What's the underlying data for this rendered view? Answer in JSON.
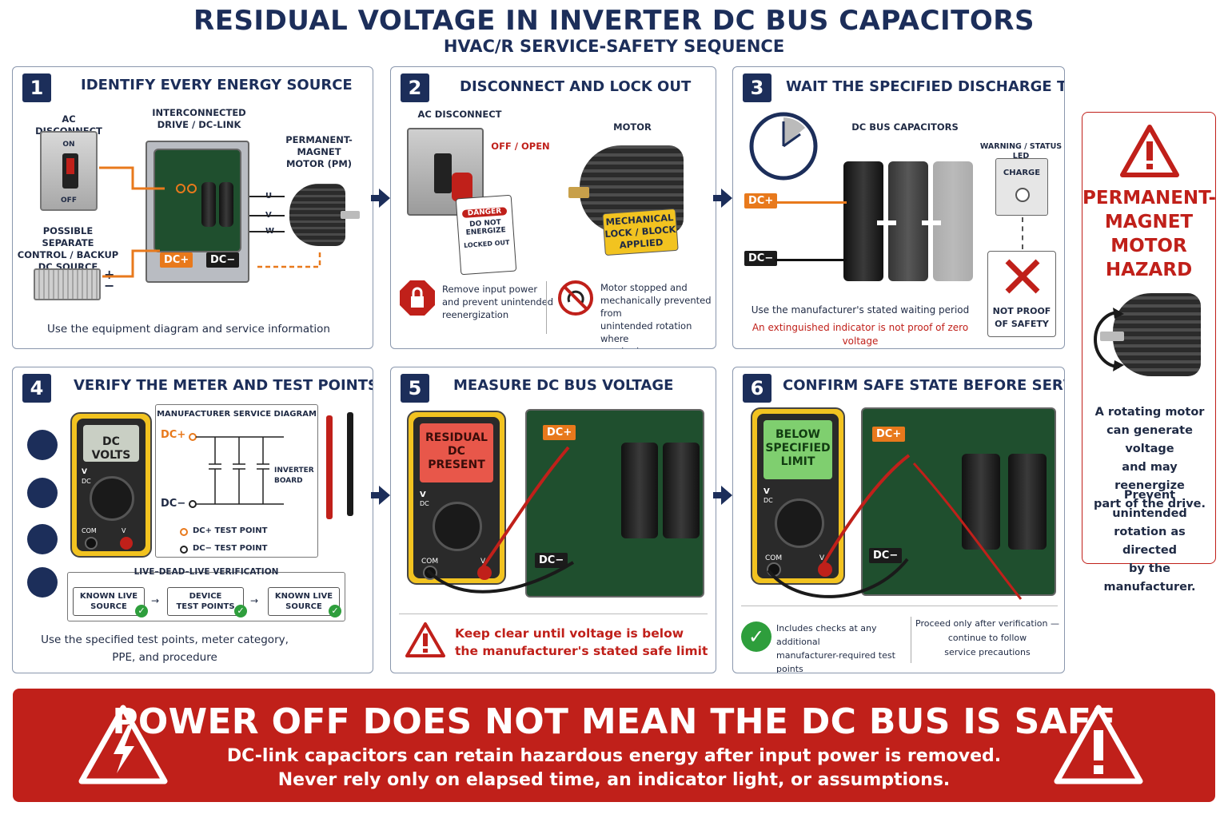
{
  "title": "RESIDUAL VOLTAGE IN INVERTER DC BUS CAPACITORS",
  "subtitle": "HVAC/R SERVICE-SAFETY SEQUENCE",
  "colors": {
    "navy": "#1c2e5a",
    "red": "#c0201a",
    "orange": "#e8791c",
    "green": "#2e9e3c",
    "yellow": "#f2c320"
  },
  "step1": {
    "num": "1",
    "title": "IDENTIFY EVERY ENERGY SOURCE",
    "ac_disconnect": "AC DISCONNECT",
    "on": "ON",
    "off": "OFF",
    "drive_l1": "INTERCONNECTED",
    "drive_l2": "DRIVE / DC-LINK",
    "motor_l1": "PERMANENT-MAGNET",
    "motor_l2": "MOTOR (PM)",
    "u": "U",
    "v": "V",
    "w": "W",
    "backup_l1": "POSSIBLE SEPARATE",
    "backup_l2": "CONTROL / BACKUP",
    "backup_l3": "DC SOURCE",
    "plus": "+",
    "minus": "−",
    "dcp": "DC+",
    "dcn": "DC−",
    "caption": "Use the equipment diagram and service information"
  },
  "step2": {
    "num": "2",
    "title": "DISCONNECT AND LOCK OUT",
    "ac_disconnect": "AC DISCONNECT",
    "off_open": "OFF / OPEN",
    "danger": "DANGER",
    "tag_l1": "DO NOT",
    "tag_l2": "ENERGIZE",
    "tag_l3": "LOCKED OUT",
    "motor": "MOTOR",
    "lock_l1": "MECHANICAL",
    "lock_l2": "LOCK / BLOCK",
    "lock_l3": "APPLIED",
    "note1_l1": "Remove input power",
    "note1_l2": "and prevent unintended",
    "note1_l3": "reenergization",
    "note2_l1": "Motor stopped and",
    "note2_l2": "mechanically prevented from",
    "note2_l3": "unintended rotation where",
    "note2_l4": "required"
  },
  "step3": {
    "num": "3",
    "title": "WAIT THE SPECIFIED DISCHARGE TIME",
    "caps": "DC BUS CAPACITORS",
    "led_label": "WARNING / STATUS LED",
    "charge": "CHARGE",
    "dcp": "DC+",
    "dcn": "DC−",
    "not_proof_l1": "NOT PROOF",
    "not_proof_l2": "OF SAFETY",
    "caption1": "Use the manufacturer's stated waiting period",
    "caption2": "An extinguished indicator is not proof of zero voltage"
  },
  "step4": {
    "num": "4",
    "title": "VERIFY THE METER AND TEST POINTS",
    "screen": "DC VOLTS",
    "v": "V",
    "dc": "DC",
    "com": "COM",
    "vjack": "V",
    "diagram_title": "MANUFACTURER SERVICE DIAGRAM",
    "dcp": "DC+",
    "dcn": "DC−",
    "board_l1": "INVERTER",
    "board_l2": "BOARD",
    "legend_pos": "DC+ TEST POINT",
    "legend_neg": "DC− TEST POINT",
    "ldl_title": "LIVE–DEAD–LIVE VERIFICATION",
    "box1_l1": "KNOWN LIVE",
    "box1_l2": "SOURCE",
    "box2_l1": "DEVICE",
    "box2_l2": "TEST POINTS",
    "box3_l1": "KNOWN LIVE",
    "box3_l2": "SOURCE",
    "caption_l1": "Use the specified test points, meter category,",
    "caption_l2": "PPE, and procedure"
  },
  "step5": {
    "num": "5",
    "title": "MEASURE DC BUS VOLTAGE",
    "screen_l1": "RESIDUAL",
    "screen_l2": "DC",
    "screen_l3": "PRESENT",
    "v": "V",
    "dc": "DC",
    "com": "COM",
    "vjack": "V",
    "dcp": "DC+",
    "dcn": "DC−",
    "warn_l1": "Keep clear until voltage is below",
    "warn_l2": "the manufacturer's stated safe limit"
  },
  "step6": {
    "num": "6",
    "title": "CONFIRM SAFE STATE BEFORE SERVICE",
    "screen_l1": "BELOW",
    "screen_l2": "SPECIFIED",
    "screen_l3": "LIMIT",
    "v": "V",
    "dc": "DC",
    "com": "COM",
    "vjack": "V",
    "dcp": "DC+",
    "dcn": "DC−",
    "note1_l1": "Includes checks at any additional",
    "note1_l2": "manufacturer-required test points",
    "note2_l1": "Proceed only after verification —",
    "note2_l2": "continue to follow",
    "note2_l3": "service precautions"
  },
  "hazard": {
    "title_l1": "PERMANENT-",
    "title_l2": "MAGNET",
    "title_l3": "MOTOR",
    "title_l4": "HAZARD",
    "text1_l1": "A rotating motor",
    "text1_l2": "can generate voltage",
    "text1_l3": "and may reenergize",
    "text1_l4": "part of the drive.",
    "text2_l1": "Prevent unintended",
    "text2_l2": "rotation as directed",
    "text2_l3": "by the manufacturer."
  },
  "banner": {
    "title": "POWER OFF DOES NOT MEAN THE DC BUS IS SAFE",
    "line1": "DC-link capacitors can retain hazardous energy after input power is removed.",
    "line2": "Never rely only on elapsed time, an indicator light, or assumptions."
  }
}
